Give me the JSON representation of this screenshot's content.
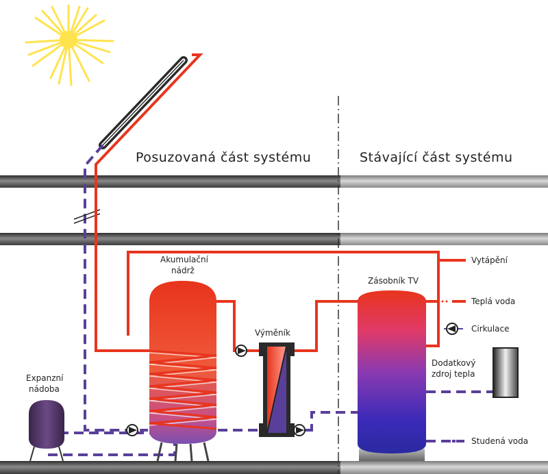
{
  "section_labels": {
    "assessed": "Posuzovaná část systému",
    "existing": "Stávající část systému"
  },
  "components": {
    "accumulation_tank_line1": "Akumulační",
    "accumulation_tank_line2": "nádrž",
    "heat_exchanger": "Výměník",
    "expansion_vessel_line1": "Expanzní",
    "expansion_vessel_line2": "nádoba",
    "dhw_storage": "Zásobník TV",
    "aux_source_line1": "Dodatkový",
    "aux_source_line2": "zdroj tepla"
  },
  "outputs": {
    "heating": "Vytápění",
    "hot_water": "Teplá voda",
    "circulation": "Cirkulace",
    "cold_water": "Studená voda"
  },
  "icons": [
    "sun-icon",
    "solar-collector",
    "pump-icon",
    "heat-exchanger-icon",
    "auxiliary-boiler-icon"
  ],
  "colors": {
    "hot_pipe": "#e8351e",
    "cold_pipe": "#5a3f9a",
    "floor": "#5a5a5a",
    "sun": "#ffe34d"
  }
}
